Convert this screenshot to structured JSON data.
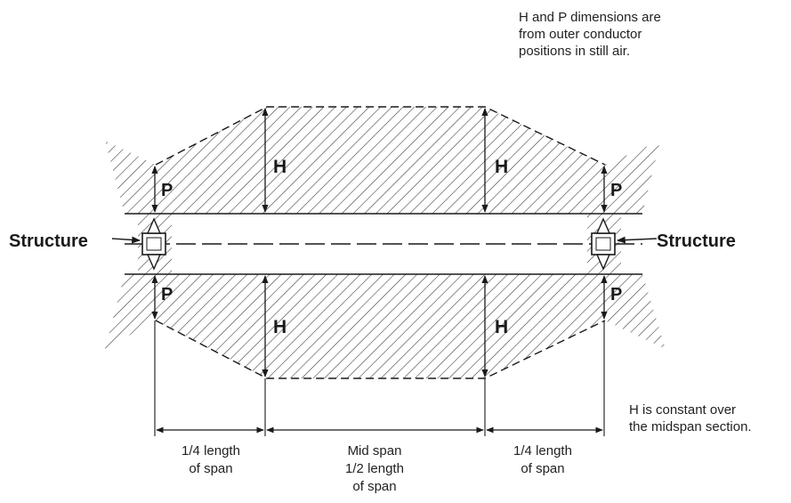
{
  "notes": {
    "top_right": [
      "H and P dimensions are",
      "from outer conductor",
      "positions in still air."
    ],
    "bottom_right": [
      "H is constant over",
      "the midspan section."
    ]
  },
  "labels": {
    "structure_left": "Structure",
    "structure_right": "Structure",
    "h": "H",
    "p": "P"
  },
  "dimensions": {
    "quarter_left": [
      "1/4 length",
      "of span"
    ],
    "mid": [
      "Mid span",
      "1/2 length",
      "of span"
    ],
    "quarter_right": [
      "1/4 length",
      "of span"
    ]
  },
  "colors": {
    "ink": "#1a1a1a",
    "hatch": "#333333"
  }
}
